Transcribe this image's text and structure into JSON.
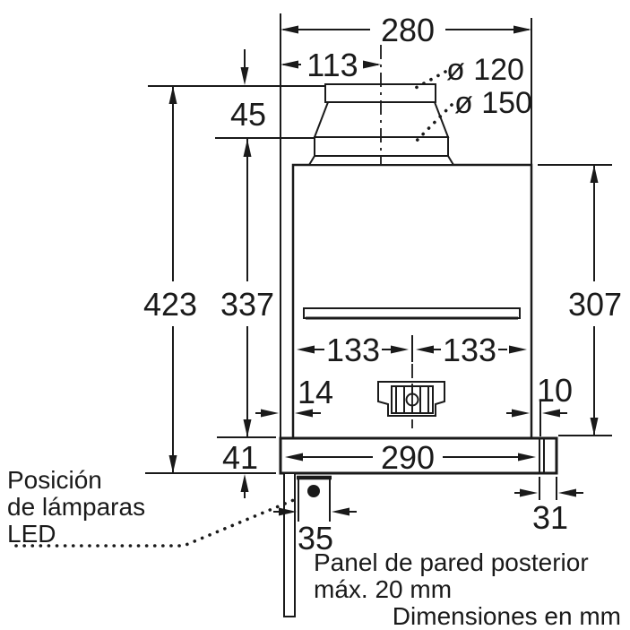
{
  "diagram": {
    "dims": {
      "d280": "280",
      "d113": "113",
      "d120": "ø 120",
      "d150": "ø 150",
      "d45": "45",
      "d423": "423",
      "d337": "337",
      "d307": "307",
      "d133a": "133",
      "d133b": "133",
      "d14": "14",
      "d10": "10",
      "d41": "41",
      "d290": "290",
      "d31": "31",
      "d35": "35"
    },
    "notes": {
      "led1": "Posición",
      "led2": "de lámparas",
      "led3": "LED",
      "panel1": "Panel de pared posterior",
      "panel2": "máx. 20 mm",
      "units": "Dimensiones en mm"
    },
    "colors": {
      "line": "#1a1a1a",
      "background": "#ffffff"
    }
  }
}
